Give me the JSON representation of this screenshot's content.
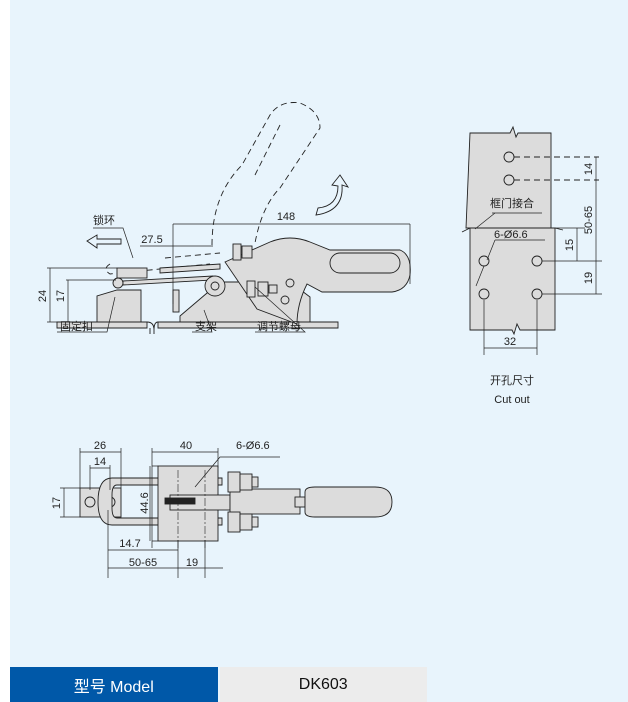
{
  "side_view": {
    "labels": {
      "lock_ring": "锁环",
      "fixing_buckle": "固定扣",
      "bracket": "支架",
      "adjusting_nut": "调节螺母"
    },
    "dimensions": {
      "overall_length": "148",
      "stroke": "27.5",
      "height_total": "24",
      "height_base": "17"
    }
  },
  "cutout": {
    "labels": {
      "frame_door_joint": "框门接合",
      "holes": "6-Ø6.6",
      "title_cn": "开孔尺寸",
      "title_en": "Cut out"
    },
    "dimensions": {
      "hole_pitch_top": "14",
      "gap": "50-65",
      "offset": "15",
      "hole_pitch_bottom": "19",
      "width": "32"
    }
  },
  "top_view": {
    "labels": {
      "holes": "6-Ø6.6"
    },
    "dimensions": {
      "catch_width": "26",
      "catch_pitch": "14",
      "catch_height": "17",
      "base_length": "40",
      "base_width": "44.6",
      "offset": "14.7",
      "range": "50-65",
      "pitch": "19"
    }
  },
  "model": {
    "label": "型号 Model",
    "value": "DK603"
  }
}
